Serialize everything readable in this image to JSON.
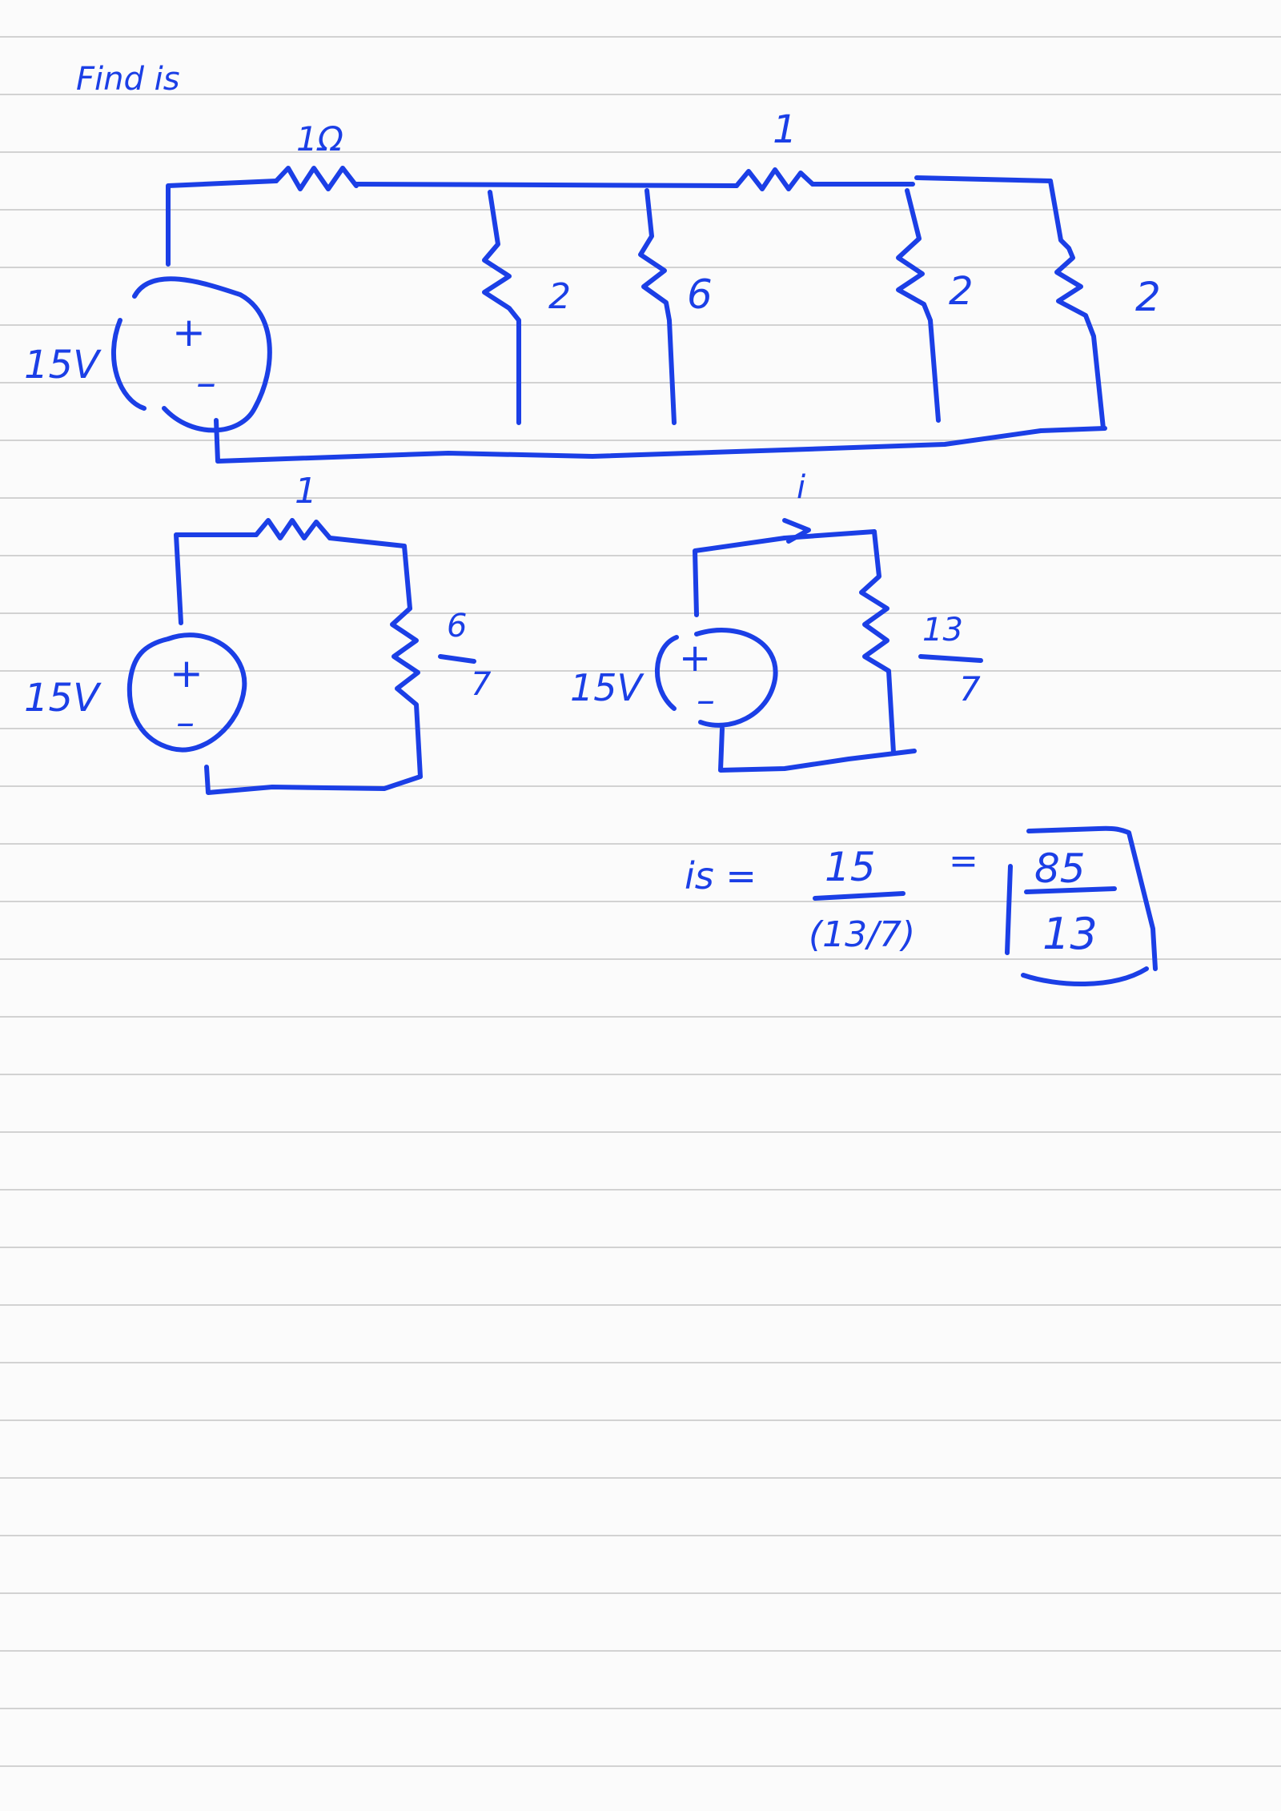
{
  "page": {
    "ink_color": "#1b3fe6",
    "rule_color": "#d2d2d2",
    "background": "#fbfbfb",
    "heading": "Find is"
  },
  "circuit_full": {
    "source_label": "15V",
    "source_plus": "+",
    "source_minus": "–",
    "series_r1_label": "1Ω",
    "shunt_a_label": "2",
    "shunt_b_label": "6",
    "series_r2_label": "1",
    "shunt_c_label": "2",
    "shunt_d_label": "2"
  },
  "circuit_reduced_1": {
    "source_label": "15V",
    "source_plus": "+",
    "source_minus": "–",
    "series_label": "1",
    "load_num": "6",
    "load_den": "7"
  },
  "circuit_reduced_2": {
    "source_label": "15V",
    "source_plus": "+",
    "source_minus": "–",
    "current_label": "i",
    "load_num": "13",
    "load_den": "7"
  },
  "result": {
    "lhs": "is =",
    "frac_num": "15",
    "frac_den": "(13/7)",
    "equals": "=",
    "answer_num": "85",
    "answer_den": "13"
  }
}
